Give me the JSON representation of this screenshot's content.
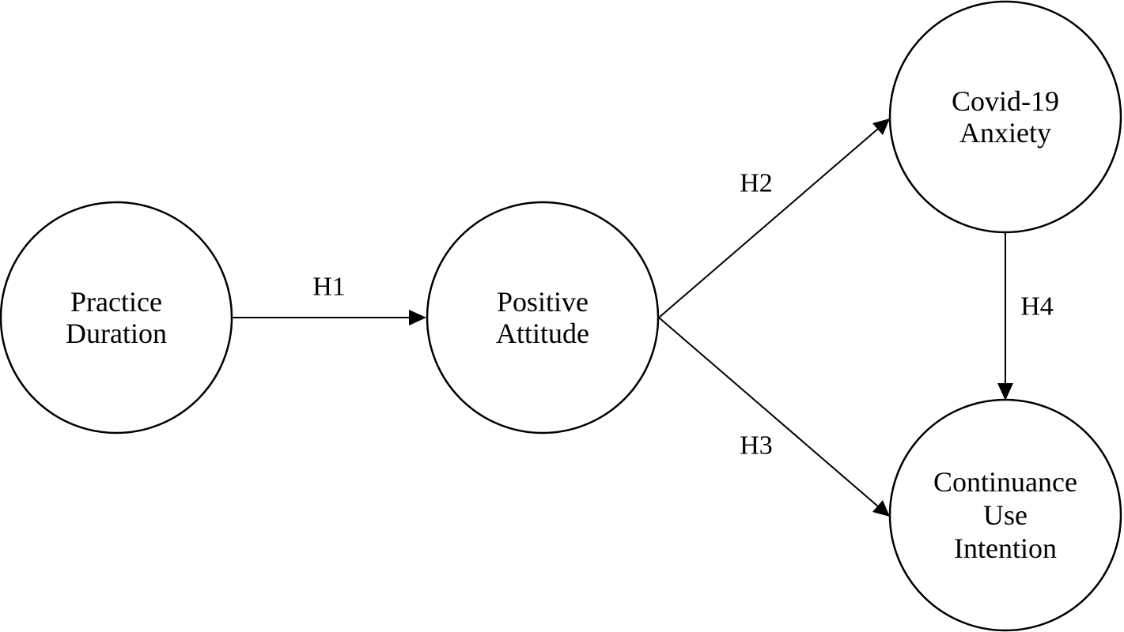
{
  "diagram": {
    "nodes": {
      "practice_duration": {
        "lines": [
          "Practice",
          "Duration"
        ]
      },
      "positive_attitude": {
        "lines": [
          "Positive",
          "Attitude"
        ]
      },
      "covid_anxiety": {
        "lines": [
          "Covid-19",
          "Anxiety"
        ]
      },
      "continuance_use_intention": {
        "lines": [
          "Continuance",
          "Use",
          "Intention"
        ]
      }
    },
    "edges": {
      "h1": {
        "label": "H1",
        "from": "Practice Duration",
        "to": "Positive Attitude"
      },
      "h2": {
        "label": "H2",
        "from": "Positive Attitude",
        "to": "Covid-19 Anxiety"
      },
      "h3": {
        "label": "H3",
        "from": "Positive Attitude",
        "to": "Continuance Use Intention"
      },
      "h4": {
        "label": "H4",
        "from": "Covid-19 Anxiety",
        "to": "Continuance Use Intention"
      }
    },
    "colors": {
      "stroke": "#000000",
      "fill": "#ffffff",
      "background": "#ffffff"
    }
  }
}
